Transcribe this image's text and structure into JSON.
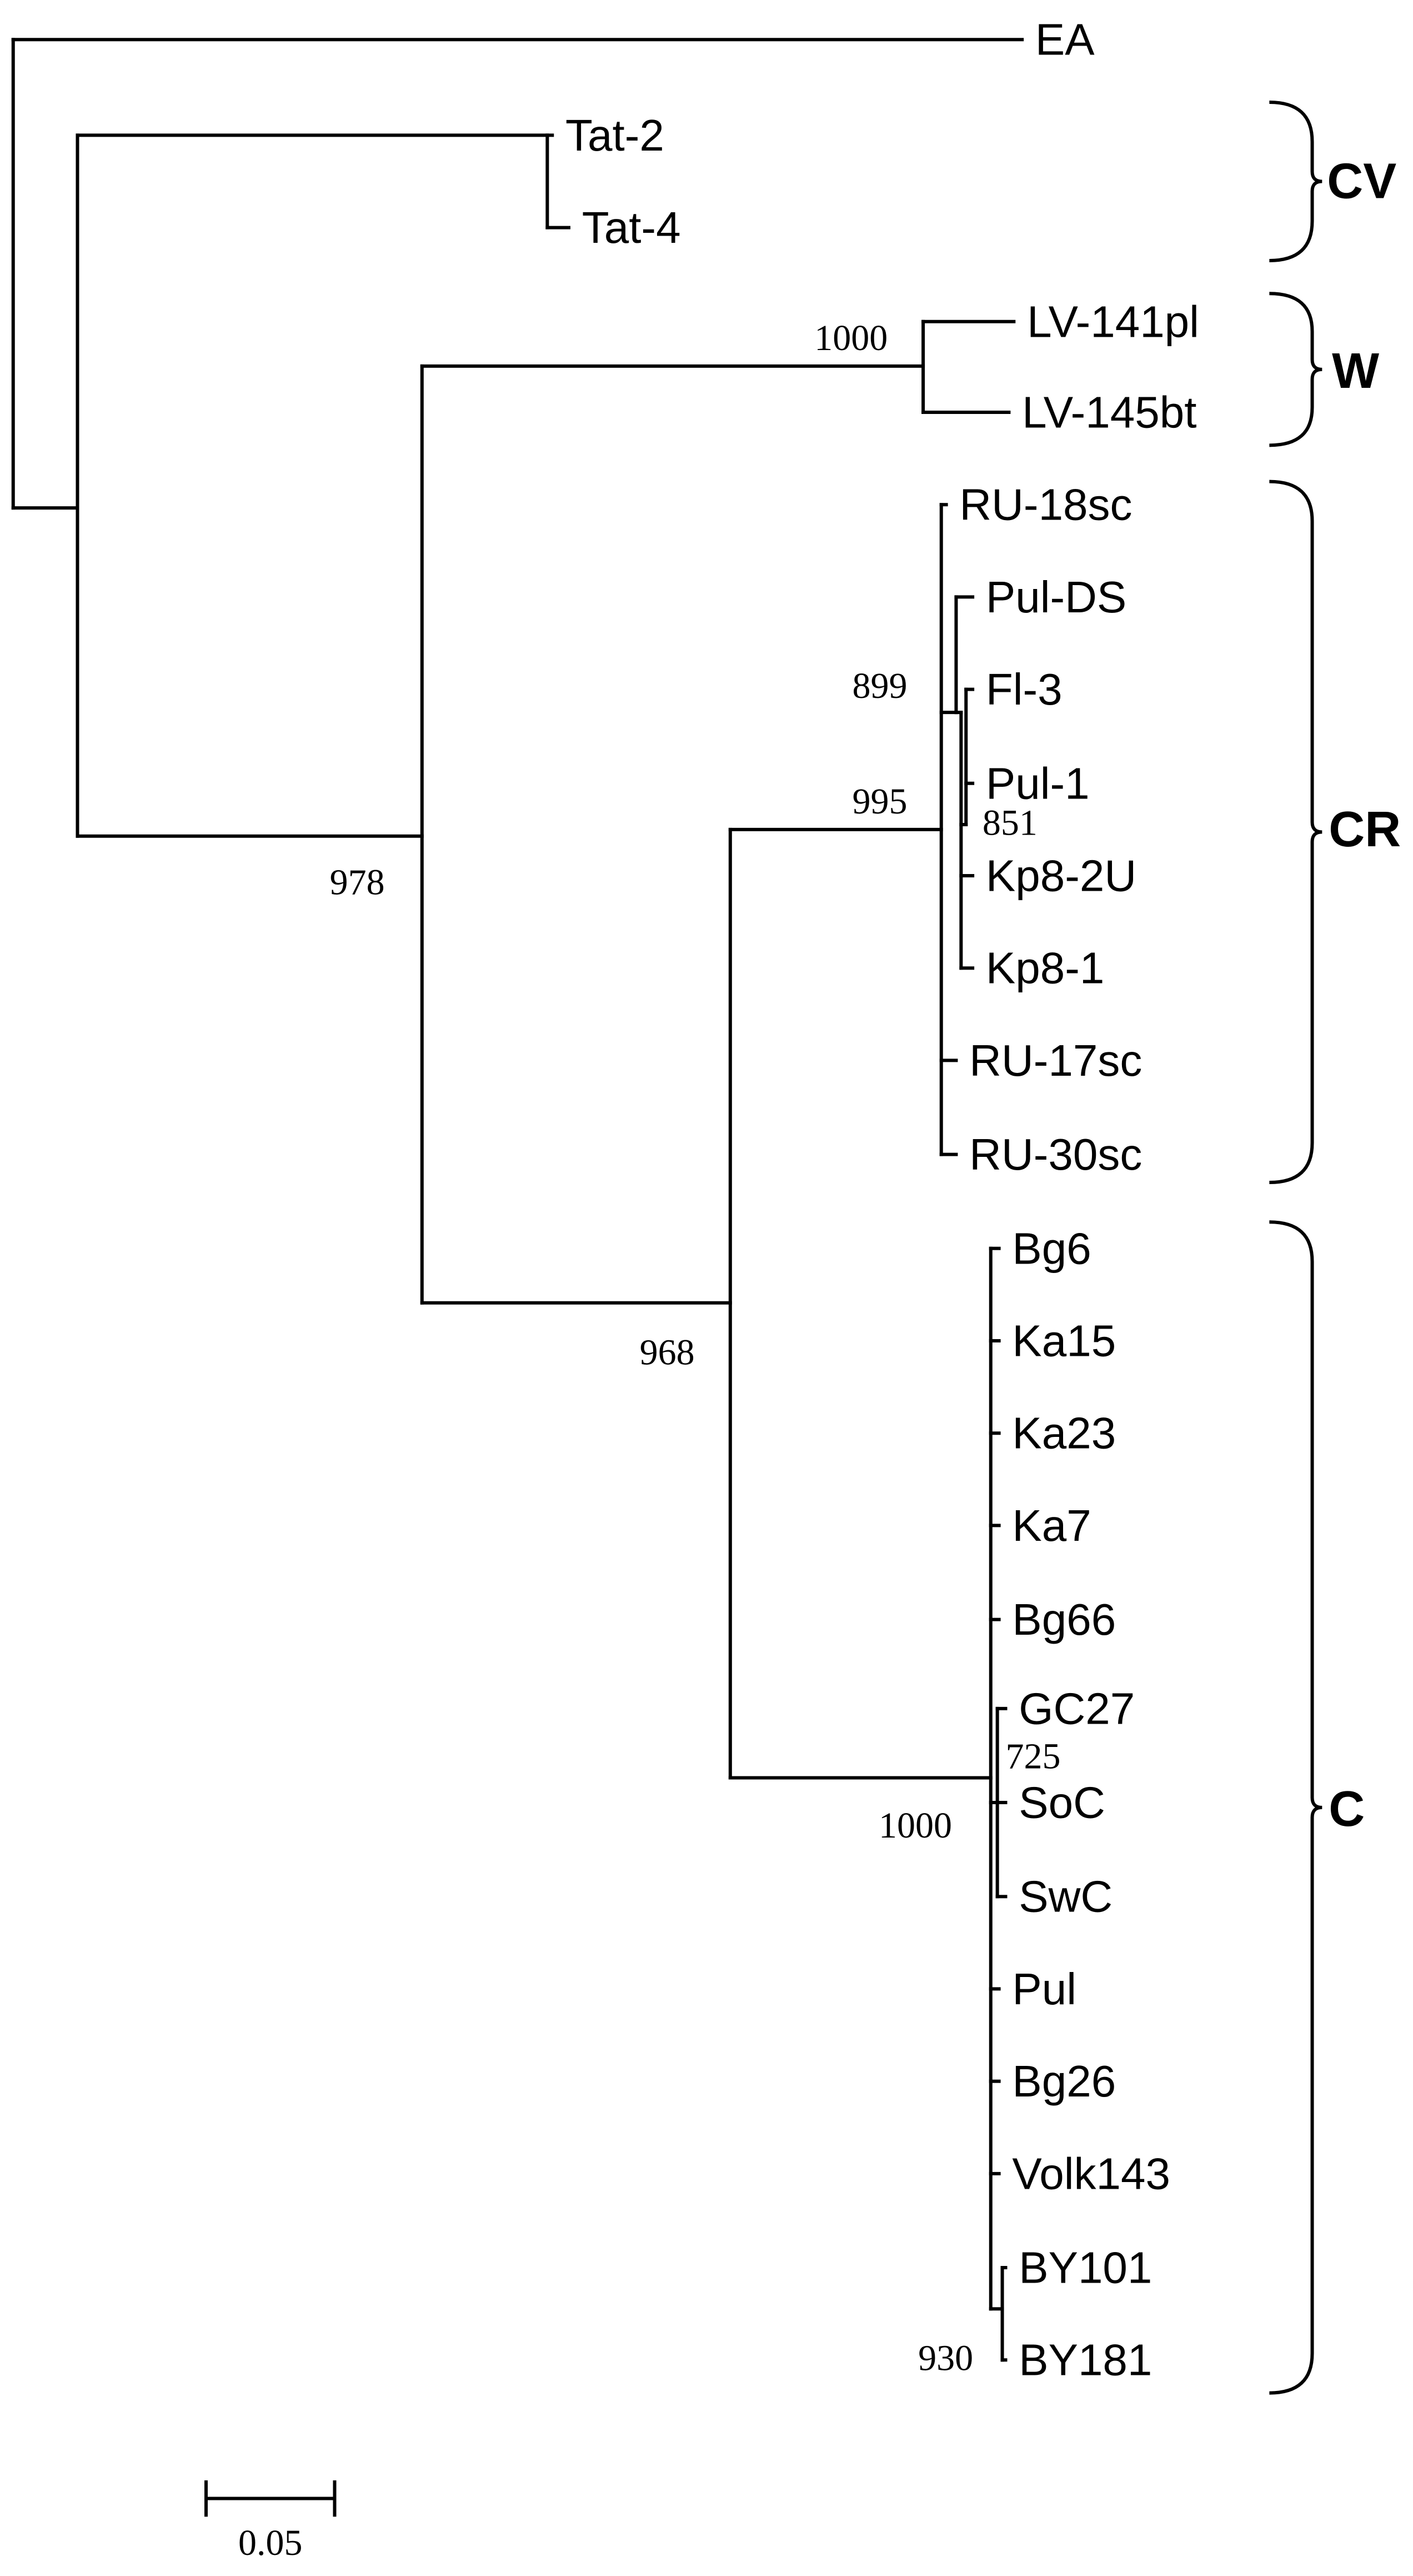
{
  "leaves": [
    {
      "key": "EA",
      "label": "EA"
    },
    {
      "key": "tat2",
      "label": "Tat-2"
    },
    {
      "key": "tat4",
      "label": "Tat-4"
    },
    {
      "key": "lv141",
      "label": "LV-141pl"
    },
    {
      "key": "lv145",
      "label": "LV-145bt"
    },
    {
      "key": "ru18",
      "label": "RU-18sc"
    },
    {
      "key": "puldS",
      "label": "Pul-DS"
    },
    {
      "key": "fl3",
      "label": "Fl-3"
    },
    {
      "key": "pul1",
      "label": "Pul-1"
    },
    {
      "key": "kp82u",
      "label": "Kp8-2U"
    },
    {
      "key": "kp81",
      "label": "Kp8-1"
    },
    {
      "key": "ru17",
      "label": "RU-17sc"
    },
    {
      "key": "ru30",
      "label": "RU-30sc"
    },
    {
      "key": "bg6",
      "label": "Bg6"
    },
    {
      "key": "ka15",
      "label": "Ka15"
    },
    {
      "key": "ka23",
      "label": "Ka23"
    },
    {
      "key": "ka7",
      "label": "Ka7"
    },
    {
      "key": "bg66",
      "label": "Bg66"
    },
    {
      "key": "gc27",
      "label": "GC27"
    },
    {
      "key": "soc",
      "label": "SoC"
    },
    {
      "key": "swc",
      "label": "SwC"
    },
    {
      "key": "pul",
      "label": "Pul"
    },
    {
      "key": "bg26",
      "label": "Bg26"
    },
    {
      "key": "volk143",
      "label": "Volk143"
    },
    {
      "key": "by101",
      "label": "BY101"
    },
    {
      "key": "by181",
      "label": "BY181"
    }
  ],
  "support_values": [
    {
      "key": "s_w",
      "label": "1000"
    },
    {
      "key": "s_899",
      "label": "899"
    },
    {
      "key": "s_995",
      "label": "995"
    },
    {
      "key": "s_851",
      "label": "851"
    },
    {
      "key": "s_978",
      "label": "978"
    },
    {
      "key": "s_968",
      "label": "968"
    },
    {
      "key": "s_725",
      "label": "725"
    },
    {
      "key": "s_c",
      "label": "1000"
    },
    {
      "key": "s_930",
      "label": "930"
    }
  ],
  "clades": [
    {
      "key": "CV",
      "label": "CV"
    },
    {
      "key": "W",
      "label": "W"
    },
    {
      "key": "CR",
      "label": "CR"
    },
    {
      "key": "C",
      "label": "C"
    }
  ],
  "scale_bar": {
    "label": "0.05",
    "length": 0.05
  }
}
